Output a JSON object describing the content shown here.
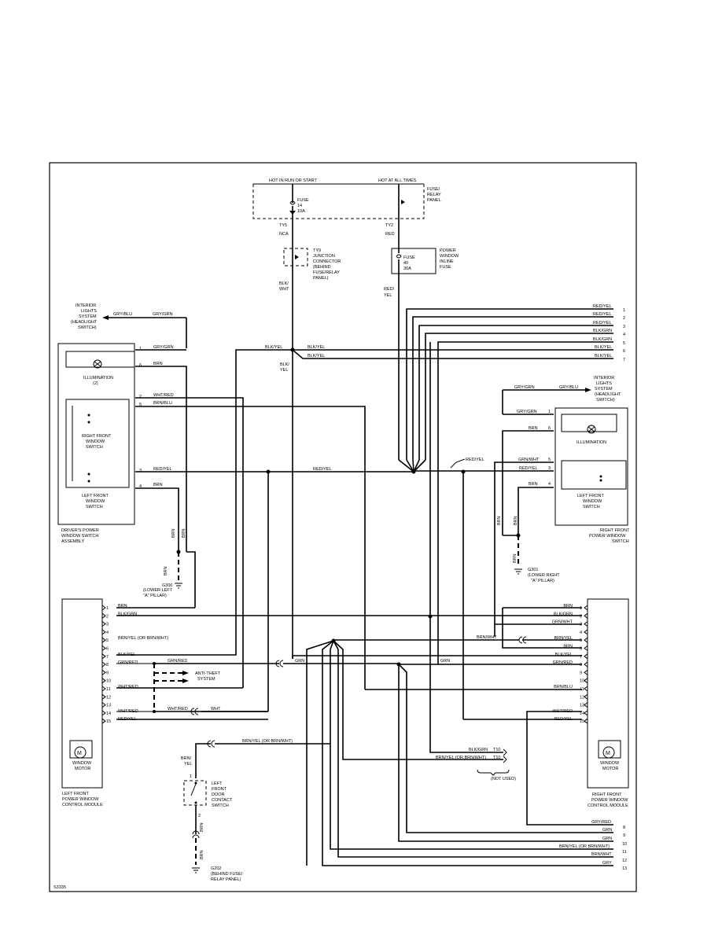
{
  "fuse_panel": {
    "hot_run_start": "HOT IN RUN OR START",
    "hot_all_times": "HOT AT ALL TIMES",
    "panel_label": [
      "FUSE/",
      "RELAY",
      "PANEL"
    ],
    "fuse_label": [
      "FUSE",
      "14",
      "10A"
    ],
    "ty5_label": "TY5",
    "ty5_pin": "NCA",
    "ty2_label": "TY2",
    "ty2_pin": "RED"
  },
  "junction": {
    "id": "TY9",
    "label": [
      "JUNCTION",
      "CONNECTOR",
      "(BEHIND",
      "FUSE/RELAY",
      "PANEL)"
    ],
    "wire_below": [
      "BLK/",
      "WHT"
    ]
  },
  "inline_fuse": {
    "fuse_label": [
      "FUSE",
      "40",
      "30A"
    ],
    "label": [
      "POWER",
      "WINDOW",
      "INLINE",
      "FUSE"
    ],
    "wire_below": [
      "RED/",
      "YEL"
    ]
  },
  "interior_lights_left": {
    "label": [
      "INTERIOR",
      "LIGHTS",
      "SYSTEM",
      "(HEADLIGHT",
      "SWITCH)"
    ],
    "wire_a": "GRY/BLU",
    "wire_b": "GRY/GRN"
  },
  "interior_lights_right": {
    "label": [
      "INTERIOR",
      "LIGHTS",
      "SYSTEM",
      "(HEADLIGHT",
      "SWITCH)"
    ],
    "wire_a": "GRY/GRN",
    "wire_b": "GRY/BLU"
  },
  "driver_switch": {
    "pins": [
      "1",
      "6",
      "2",
      "5",
      "3",
      "4"
    ],
    "wires": [
      "GRY/GRN",
      "BRN",
      "WHT/RED",
      "BRN/BLU",
      "RED/YEL",
      "BRN"
    ],
    "illumination": [
      "ILLUMINATION",
      "(2)"
    ],
    "right_switch": [
      "RIGHT FRONT",
      "WINDOW",
      "SWITCH"
    ],
    "left_switch": [
      "LEFT FRONT",
      "WINDOW",
      "SWITCH"
    ],
    "assembly": [
      "DRIVER'S POWER",
      "WINDOW SWITCH",
      "ASSEMBLY"
    ],
    "ground_wires": [
      "BRN",
      "BRN",
      "BRN"
    ],
    "ground": [
      "G300",
      "(LOWER LEFT",
      "\"A\" PILLAR)"
    ]
  },
  "center_labels": {
    "blk_yel_top": "BLK/YEL",
    "blk_yel_down": [
      "BLK/",
      "YEL"
    ],
    "red_yel_mid": "RED/YEL",
    "red_yel_branch": "RED/YEL"
  },
  "right_bus": {
    "wires": [
      "RED/YEL",
      "RED/YEL",
      "RED/YEL",
      "BLK/GRN",
      "BLK/GRN",
      "BLK/YEL",
      "BLK/YEL"
    ],
    "refs": [
      "1",
      "2",
      "3",
      "4",
      "5",
      "6",
      "7"
    ]
  },
  "right_switch": {
    "pins": [
      "1",
      "6",
      "5",
      "3",
      "4"
    ],
    "wires": [
      "GRY/GRN",
      "BRN",
      "GRN/WHT",
      "RED/YEL",
      "BRN"
    ],
    "illumination": "ILLUMINATION",
    "switch": [
      "LEFT FRONT",
      "WINDOW",
      "SWITCH"
    ],
    "assembly": [
      "RIGHT FRONT",
      "POWER WINDOW",
      "SWITCH"
    ],
    "ground_wires": [
      "BRN",
      "BRN",
      "BRN"
    ],
    "ground": [
      "G301",
      "(LOWER RIGHT",
      "\"A\" PILLAR)"
    ]
  },
  "left_module": {
    "pins": [
      "1",
      "2",
      "3",
      "4",
      "5",
      "6",
      "7",
      "8",
      "9",
      "10",
      "11",
      "12",
      "13",
      "14",
      "15"
    ],
    "wires": [
      "BRN",
      "BLK/GRN",
      "",
      "",
      "BRN/YEL (OR BRN/WHT)",
      "",
      "BLK/YEL",
      "GRN/RED",
      "",
      "",
      "WHT/RED",
      "",
      "",
      "WHT/RED",
      "RED/YEL"
    ],
    "motor_label": [
      "WINDOW",
      "MOTOR"
    ],
    "label": [
      "LEFT FRONT",
      "POWER WINDOW",
      "CONTROL MODULE"
    ],
    "grn_red_ext": "GRN/RED",
    "grn_ext": "GRN",
    "wht_red_ext": "WHT/RED",
    "wht_ext": "WHT"
  },
  "anti_theft": [
    "ANTI-THEFT",
    "SYSTEM"
  ],
  "right_module": {
    "pins": [
      "1",
      "2",
      "3",
      "4",
      "5",
      "6",
      "7",
      "8",
      "9",
      "10",
      "11",
      "12",
      "13",
      "14",
      "15"
    ],
    "wires": [
      "BRN",
      "BLK/GRN",
      "GRN/WHT",
      "",
      "BRN/YEL",
      "BRN",
      "BLK/YEL",
      "GRN/RED",
      "",
      "",
      "BRN/BLU",
      "",
      "",
      "WHT/RED",
      "RED/YEL"
    ],
    "motor_label": [
      "WINDOW",
      "MOTOR"
    ],
    "label": [
      "RIGHT FRONT",
      "POWER WINDOW",
      "CONTROL MODULE"
    ],
    "brn_wht_ext": "BRN/WHT",
    "grn_ext": "GRN"
  },
  "t10": {
    "rows": [
      "BLK/GRN",
      "BRN/YEL (OR BRN/WHT)"
    ],
    "pins": [
      "T10",
      "T10"
    ],
    "note": "(NOT USED)"
  },
  "door_switch": {
    "wire_top": "BRN/YEL (OR BRN/WHT)",
    "wire_in": [
      "BRN/",
      "YEL"
    ],
    "label": [
      "LEFT",
      "FRONT",
      "DOOR",
      "CONTACT",
      "SWITCH"
    ],
    "pins": [
      "1",
      "2"
    ],
    "wire_out": [
      "BRN",
      "BRN"
    ],
    "ground": [
      "G202",
      "(BEHIND FUSE/",
      "RELAY PANEL)"
    ]
  },
  "bottom_bus": {
    "wires": [
      "GRY/RED",
      "GRN",
      "GRN",
      "BRN/YEL (OR BRN/WHT)",
      "BRN/WHT",
      "GRY"
    ],
    "refs": [
      "8",
      "9",
      "10",
      "11",
      "12",
      "13"
    ]
  },
  "figure_id": "S3335"
}
